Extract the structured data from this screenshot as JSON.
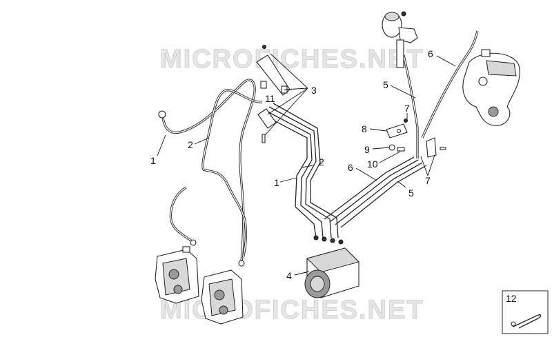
{
  "watermark": {
    "top": "MICROFICHES.NET",
    "bottom": "MICROFICHES.NET"
  },
  "callouts": {
    "c1a": "1",
    "c1b": "1",
    "c2a": "2",
    "c2b": "2",
    "c3": "3",
    "c4": "4",
    "c5a": "5",
    "c5b": "5",
    "c6a": "6",
    "c6b": "6",
    "c7a": "7",
    "c7b": "7",
    "c8": "8",
    "c9": "9",
    "c10": "10",
    "c11": "11",
    "c12": "12"
  }
}
